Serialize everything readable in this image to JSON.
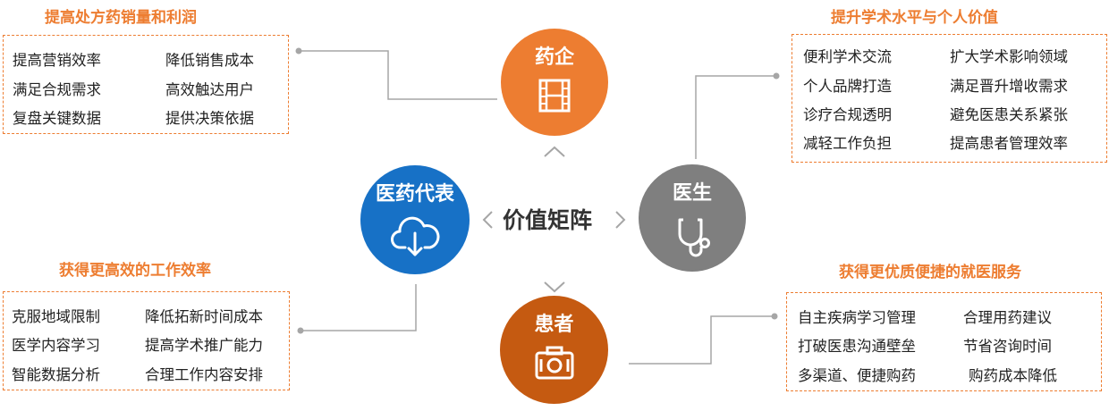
{
  "center": {
    "label": "价值矩阵"
  },
  "nodes": {
    "pharma": {
      "label": "药企",
      "color": "#ed7d31",
      "icon": "film-icon"
    },
    "rep": {
      "label": "医药代表",
      "color": "#1771c6",
      "icon": "cloud-download-icon"
    },
    "doctor": {
      "label": "医生",
      "color": "#7f7f7f",
      "icon": "stethoscope-icon"
    },
    "patient": {
      "label": "患者",
      "color": "#c55a11",
      "icon": "camera-icon"
    }
  },
  "panels": {
    "pharma": {
      "title": "提高处方药销量和利润",
      "items": [
        "提高营销效率",
        "降低销售成本",
        "满足合规需求",
        "高效触达用户",
        "复盘关键数据",
        "提供决策依据"
      ]
    },
    "doctor": {
      "title": "提升学术水平与个人价值",
      "items": [
        "便利学术交流",
        "扩大学术影响领域",
        "个人品牌打造",
        "满足晋升增收需求",
        "诊疗合规透明",
        "避免医患关系紧张",
        "减轻工作负担",
        "提高患者管理效率"
      ]
    },
    "rep": {
      "title": "获得更高效的工作效率",
      "items": [
        "克服地域限制",
        "降低拓新时间成本",
        "医学内容学习",
        "提高学术推广能力",
        "智能数据分析",
        "合理工作内容安排"
      ]
    },
    "patient": {
      "title": "获得更优质便捷的就医服务",
      "items": [
        "自主疾病学习管理",
        "合理用药建议",
        "打破医患沟通壁垒",
        "节省咨询时间",
        "多渠道、便捷购药",
        "购药成本降低"
      ]
    }
  },
  "colors": {
    "accent": "#ed7d31",
    "line": "#a6a6a6",
    "chevron": "#a6a6a6"
  }
}
